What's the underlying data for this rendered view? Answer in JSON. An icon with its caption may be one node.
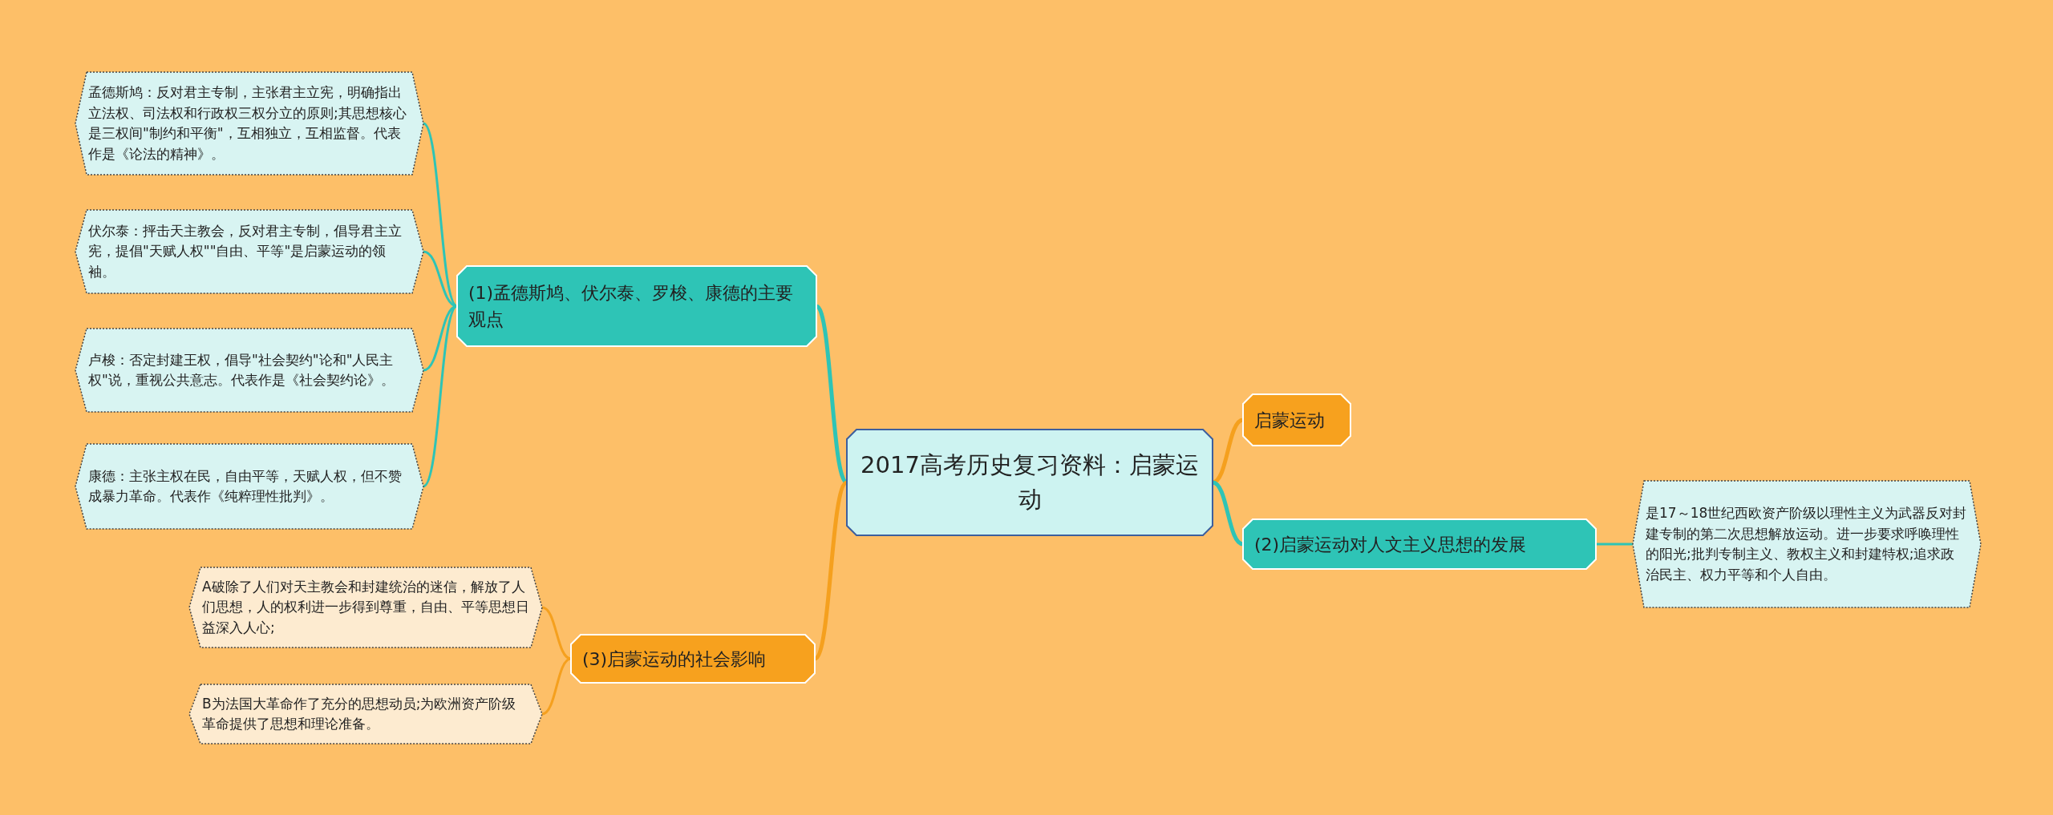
{
  "diagram": {
    "nodes": [
      {
        "text": [
          "2017高考历史复习资料：启蒙运动"
        ]
      },
      {
        "text": [
          "启蒙运动"
        ]
      },
      {
        "text": [
          "(2)启蒙运动对人文主义思想的发展"
        ]
      },
      {
        "text": [
          "是17～18世纪西欧资产阶级以理性主义为武器反对封建专制的第二次思想解放运动。进一步要求呼唤理性的阳光;批判专制主义、教权主义和封建特权;追求政治民主、权力平等和个人自由。"
        ]
      },
      {
        "text": [
          "(1)孟德斯鸠、伏尔泰、罗梭、康德的主要观点"
        ]
      },
      {
        "text": [
          "孟德斯鸠：反对君主专制，主张君主立宪，明确指出立法权、司法权和行政权三权分立的原则;其思想核心是三权间\"制约和平衡\"，互相独立，互相监督。代表作是《论法的精神》。"
        ]
      },
      {
        "text": [
          "伏尔泰：抨击天主教会，反对君主专制，倡导君主立宪，提倡\"天赋人权\"\"自由、平等\"是启蒙运动的领袖。"
        ]
      },
      {
        "text": [
          "卢梭：否定封建王权，倡导\"社会契约\"论和\"人民主权\"说，重视公共意志。代表作是《社会契约论》。"
        ]
      },
      {
        "text": [
          "康德：主张主权在民，自由平等，天赋人权，但不赞成暴力革命。代表作《纯粹理性批判》。"
        ]
      },
      {
        "text": [
          "(3)启蒙运动的社会影响"
        ]
      },
      {
        "text": [
          "A破除了人们对天主教会和封建统治的迷信，解放了人们思想，人的权利进一步得到尊重，自由、平等思想日益深入人心;"
        ]
      },
      {
        "text": [
          "B为法国大革命作了充分的思想动员;为欧洲资产阶级革命提供了思想和理论准备。"
        ]
      }
    ],
    "edges": [
      {
        "from": 0,
        "to": 1,
        "arrow": "none",
        "color": "#f5a01e"
      },
      {
        "from": 0,
        "to": 2,
        "arrow": "none"
      },
      {
        "from": 2,
        "to": 3,
        "arrow": "none"
      },
      {
        "from": 0,
        "to": 4,
        "arrow": "none"
      },
      {
        "from": 4,
        "to": 5,
        "arrow": "none"
      },
      {
        "from": 4,
        "to": 6,
        "arrow": "none"
      },
      {
        "from": 4,
        "to": 7,
        "arrow": "none"
      },
      {
        "from": 4,
        "to": 8,
        "arrow": "none"
      },
      {
        "from": 0,
        "to": 9,
        "arrow": "none",
        "color": "#f5a01e"
      },
      {
        "from": 9,
        "to": 10,
        "arrow": "none",
        "color": "#f5a01e"
      },
      {
        "from": 9,
        "to": 11,
        "arrow": "none",
        "color": "#f5a01e"
      }
    ]
  }
}
